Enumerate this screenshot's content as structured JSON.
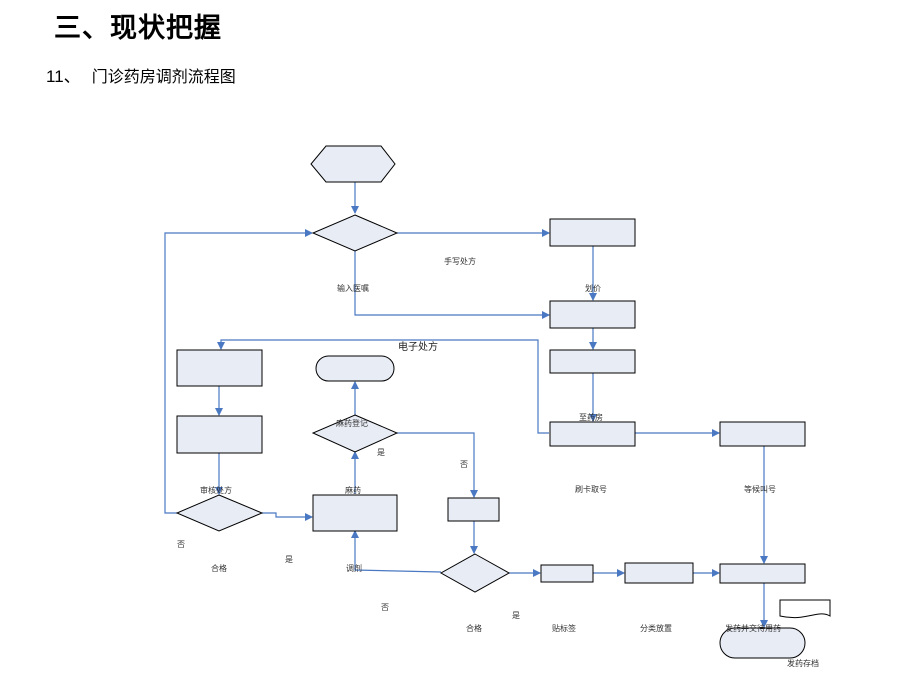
{
  "slide": {
    "heading": "三、现状把握",
    "subheading_number": "11、",
    "subheading_text": "门诊药房调剂流程图"
  },
  "colors": {
    "node_fill": "#e8ecf5",
    "node_stroke": "#000000",
    "arrow": "#4a78c2"
  },
  "labels": {
    "handwritten_rx": "手写处方",
    "input_orders": "输入医嘱",
    "pricing": "划价",
    "electronic_rx": "电子处方",
    "to_pharmacy": "至药房",
    "narcotic_register": "麻药登记",
    "yes_1": "是",
    "no_1": "否",
    "review_rx": "审核处方",
    "narcotic": "麻药",
    "swipe_card": "刷卡取号",
    "wait_call": "等候叫号",
    "no_2": "否",
    "qualified_1": "合格",
    "yes_2": "是",
    "dispense": "调剂",
    "no_3": "否",
    "yes_3": "是",
    "qualified_2": "合格",
    "label_sticker": "贴标签",
    "sort_place": "分类放置",
    "dispense_drugs": "发药并交待用药",
    "record_delivery": "发药存档"
  }
}
